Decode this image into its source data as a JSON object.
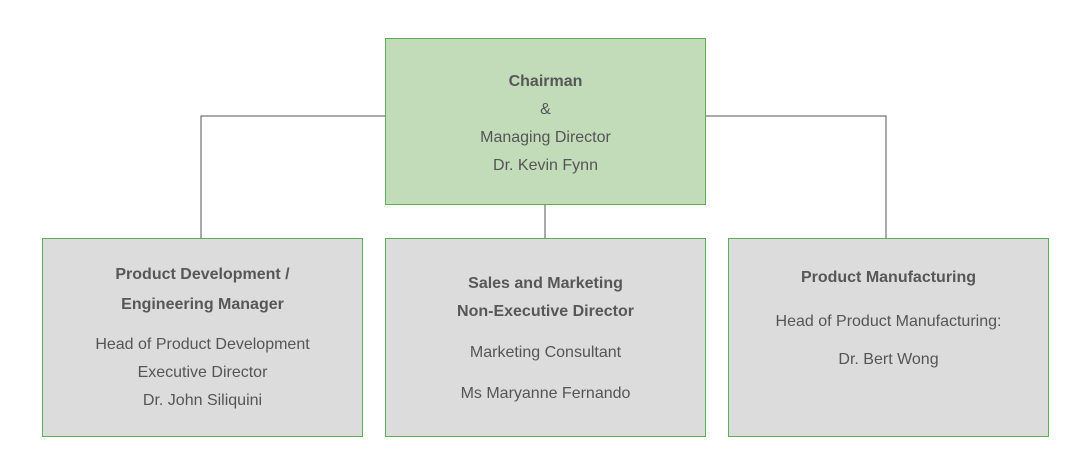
{
  "colors": {
    "top_fill": "#c2dcb9",
    "dept_fill": "#dcdcdc",
    "border": "#5cae57",
    "connector": "#555555",
    "text": "#555555"
  },
  "chairman": {
    "title": "Chairman",
    "ampersand": "&",
    "role": "Managing Director",
    "name": "Dr. Kevin Fynn"
  },
  "departments": [
    {
      "title_line1": "Product Development /",
      "title_line2": "Engineering Manager",
      "line1": "Head of Product Development",
      "line2": "Executive Director",
      "line3": "Dr. John Siliquini"
    },
    {
      "title_line1": "Sales and Marketing",
      "title_line2": "Non-Executive Director",
      "line1": "Marketing Consultant",
      "line2": "Ms Maryanne Fernando"
    },
    {
      "title_line1": "Product Manufacturing",
      "line1": "Head of Product Manufacturing:",
      "line2": "Dr. Bert Wong"
    }
  ]
}
